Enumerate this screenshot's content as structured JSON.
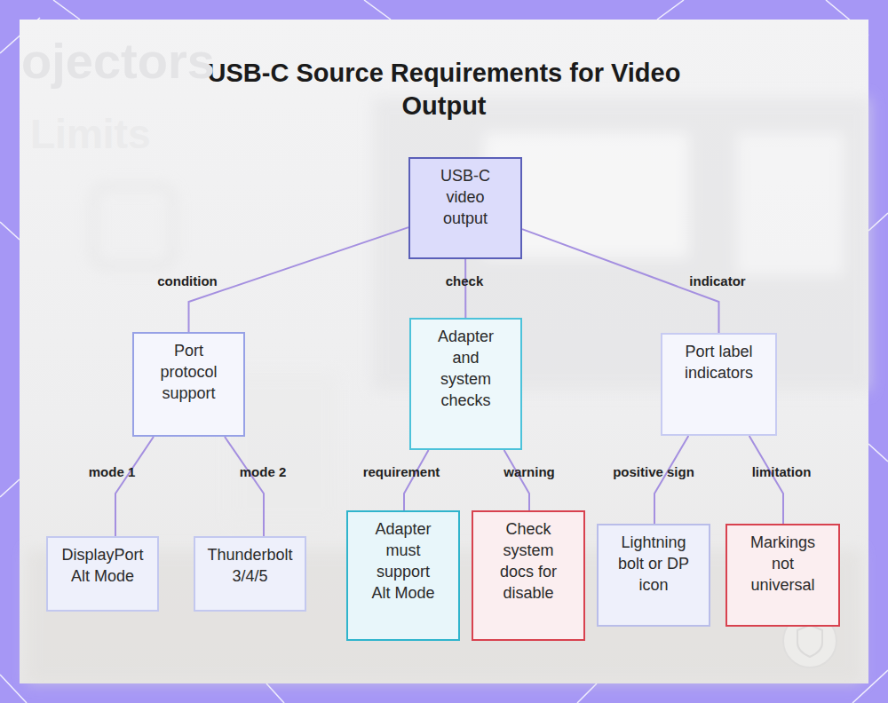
{
  "diagram": {
    "title": "USB-C Source Requirements for Video Output",
    "nodes": [
      {
        "text": [
          "USB-C video output"
        ]
      },
      {
        "text": [
          "Port protocol support"
        ]
      },
      {
        "text": [
          "Adapter and system checks"
        ]
      },
      {
        "text": [
          "Port label indicators"
        ]
      },
      {
        "text": [
          "DisplayPort Alt Mode"
        ]
      },
      {
        "text": [
          "Thunderbolt 3/4/5"
        ]
      },
      {
        "text": [
          "Adapter must support Alt Mode"
        ]
      },
      {
        "text": [
          "Check system docs for disable"
        ]
      },
      {
        "text": [
          "Lightning bolt or DP icon"
        ]
      },
      {
        "text": [
          "Markings not universal"
        ]
      }
    ],
    "edges": [
      {
        "from": 0,
        "to": 1,
        "label": "condition",
        "arrow": "none"
      },
      {
        "from": 0,
        "to": 2,
        "label": "check",
        "arrow": "none"
      },
      {
        "from": 0,
        "to": 3,
        "label": "indicator",
        "arrow": "none"
      },
      {
        "from": 1,
        "to": 4,
        "label": "mode 1",
        "arrow": "none"
      },
      {
        "from": 1,
        "to": 5,
        "label": "mode 2",
        "arrow": "none"
      },
      {
        "from": 2,
        "to": 6,
        "label": "requirement",
        "arrow": "none"
      },
      {
        "from": 2,
        "to": 7,
        "label": "warning",
        "arrow": "none"
      },
      {
        "from": 3,
        "to": 8,
        "label": "positive sign",
        "arrow": "none"
      },
      {
        "from": 3,
        "to": 9,
        "label": "limitation",
        "arrow": "none"
      }
    ],
    "labels": [
      "ojectors",
      "Limits"
    ]
  }
}
